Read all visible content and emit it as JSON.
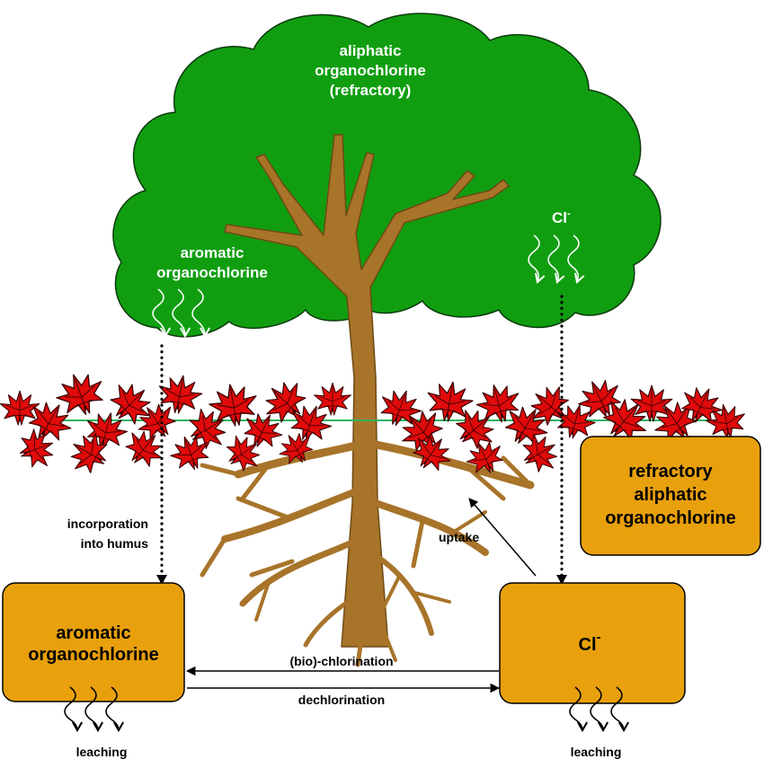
{
  "colors": {
    "canopy": "#109E10",
    "trunk": "#A8742A",
    "trunk_outline": "#6E4A14",
    "leaf": "#E00A0A",
    "box": "#E8A00C",
    "ground_line": "#2FB35E"
  },
  "icons": {
    "emission_arrows": "wavy-arrow-icon",
    "leaf": "maple-leaf-icon"
  },
  "canopy": {
    "aliphatic_line1": "aliphatic",
    "aliphatic_line2": "organochlorine",
    "aliphatic_line3": "(refractory)",
    "aromatic_line1": "aromatic",
    "aromatic_line2": "organochlorine",
    "chloride_base": "Cl",
    "chloride_sup": "-"
  },
  "boxes": {
    "aromatic_line1": "aromatic",
    "aromatic_line2": "organochlorine",
    "chloride_base": "Cl",
    "chloride_sup": "-",
    "refractory_line1": "refractory",
    "refractory_line2": "aliphatic",
    "refractory_line3": "organochlorine"
  },
  "labels": {
    "incorporation_line1": "incorporation",
    "incorporation_line2": "into humus",
    "uptake": "uptake",
    "biochlorination": "(bio)-chlorination",
    "dechlorination": "dechlorination",
    "leaching_left": "leaching",
    "leaching_right": "leaching"
  }
}
